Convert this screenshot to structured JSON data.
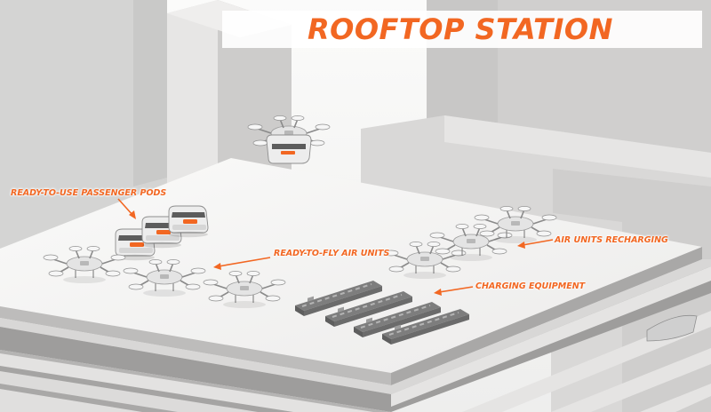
{
  "title": "ROOFTOP STATION",
  "accent_color": "#f26722",
  "callouts": {
    "passenger_pods": "READY-TO-USE PASSENGER PODS",
    "air_units": "READY-TO-FLY AIR UNITS",
    "air_units_recharging": "AIR UNITS RECHARGING",
    "charging_equipment": "CHARGING EQUIPMENT"
  }
}
